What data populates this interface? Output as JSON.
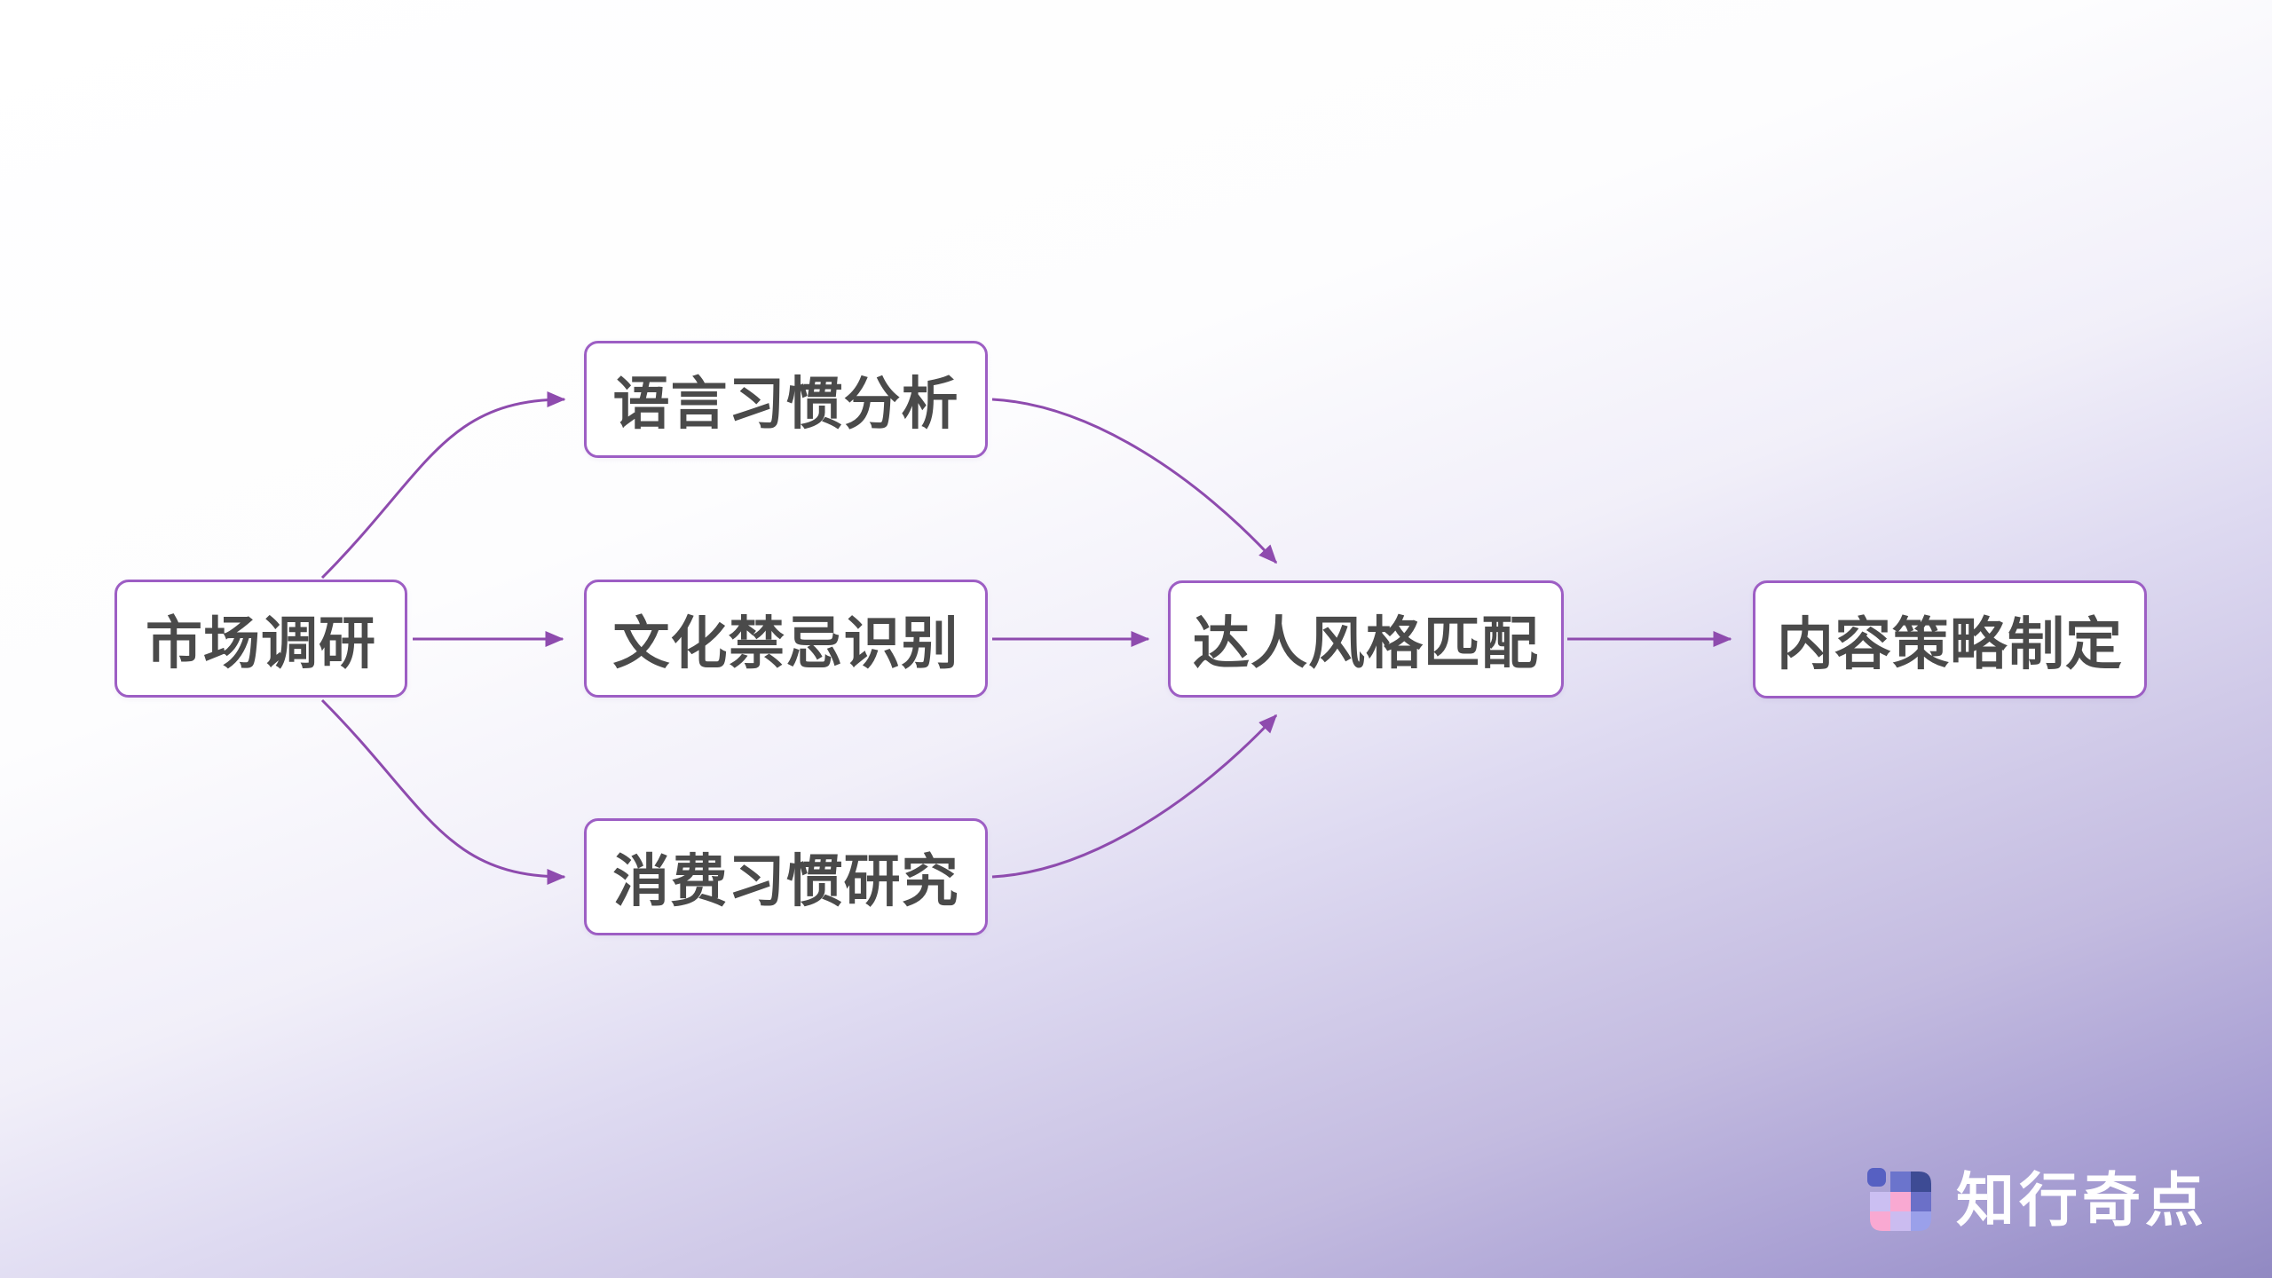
{
  "diagram": {
    "nodes": [
      {
        "id": "market-research",
        "label": "市场调研"
      },
      {
        "id": "language-habit-analysis",
        "label": "语言习惯分析"
      },
      {
        "id": "cultural-taboo-identification",
        "label": "文化禁忌识别"
      },
      {
        "id": "consumption-habit-research",
        "label": "消费习惯研究"
      },
      {
        "id": "influencer-style-matching",
        "label": "达人风格匹配"
      },
      {
        "id": "content-strategy-formulation",
        "label": "内容策略制定"
      }
    ],
    "edges": [
      {
        "from": "市场调研",
        "to": "语言习惯分析"
      },
      {
        "from": "市场调研",
        "to": "文化禁忌识别"
      },
      {
        "from": "市场调研",
        "to": "消费习惯研究"
      },
      {
        "from": "语言习惯分析",
        "to": "达人风格匹配"
      },
      {
        "from": "文化禁忌识别",
        "to": "达人风格匹配"
      },
      {
        "from": "消费习惯研究",
        "to": "达人风格匹配"
      },
      {
        "from": "达人风格匹配",
        "to": "内容策略制定"
      }
    ],
    "colors": {
      "node_border": "#9d5ec4",
      "node_background": "#ffffff",
      "node_text": "#4a4a4a",
      "edge": "#8e4bae",
      "background_top": "#ffffff",
      "background_bottom_right": "#9189c2"
    }
  },
  "logo": {
    "text": "知行奇点",
    "icon": "mosaic-grid-icon",
    "icon_colors": [
      "#5660c2",
      "#6b74cc",
      "#3d4b94",
      "#cbbff2",
      "#f9a9d2",
      "#6b70c8",
      "#f9a9d2",
      "#cbbcf0",
      "#9aa0ea"
    ]
  }
}
